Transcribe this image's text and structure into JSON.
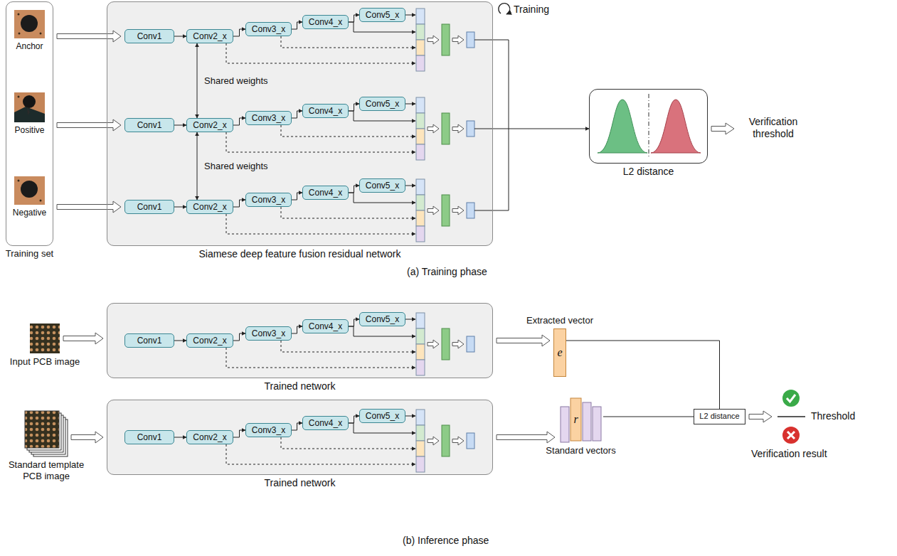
{
  "diagram": {
    "nodes": [
      {
        "text": [
          "Training set"
        ]
      },
      {
        "text": [
          "Anchor"
        ],
        "in": 0
      },
      {
        "text": [
          "Positive"
        ],
        "in": 0
      },
      {
        "text": [
          "Negative"
        ],
        "in": 0
      },
      {
        "text": [
          "Siamese deep feature fusion residual network"
        ]
      },
      {
        "text": [
          "Conv1"
        ],
        "in": 4
      },
      {
        "text": [
          "Conv2_x"
        ],
        "in": 4
      },
      {
        "text": [
          "Conv3_x"
        ],
        "in": 4
      },
      {
        "text": [
          "Conv4_x"
        ],
        "in": 4
      },
      {
        "text": [
          "Conv5_x"
        ],
        "in": 4
      },
      {
        "text": [
          "Conv1"
        ],
        "in": 4
      },
      {
        "text": [
          "Conv2_x"
        ],
        "in": 4
      },
      {
        "text": [
          "Conv3_x"
        ],
        "in": 4
      },
      {
        "text": [
          "Conv4_x"
        ],
        "in": 4
      },
      {
        "text": [
          "Conv5_x"
        ],
        "in": 4
      },
      {
        "text": [
          "Conv1"
        ],
        "in": 4
      },
      {
        "text": [
          "Conv2_x"
        ],
        "in": 4
      },
      {
        "text": [
          "Conv3_x"
        ],
        "in": 4
      },
      {
        "text": [
          "Conv4_x"
        ],
        "in": 4
      },
      {
        "text": [
          "Conv5_x"
        ],
        "in": 4
      },
      {
        "text": [
          "L2 distance"
        ]
      },
      {
        "text": [
          "Input PCB image"
        ]
      },
      {
        "text": [
          "Trained network"
        ]
      },
      {
        "text": [
          "Conv1"
        ],
        "in": 22
      },
      {
        "text": [
          "Conv2_x"
        ],
        "in": 22
      },
      {
        "text": [
          "Conv3_x"
        ],
        "in": 22
      },
      {
        "text": [
          "Conv4_x"
        ],
        "in": 22
      },
      {
        "text": [
          "Conv5_x"
        ],
        "in": 22
      },
      {
        "text": [
          "Extracted vector",
          "e"
        ]
      },
      {
        "text": [
          "L2 distance"
        ]
      },
      {
        "text": [
          "Standard template PCB image"
        ]
      },
      {
        "text": [
          "Trained network"
        ]
      },
      {
        "text": [
          "Conv1"
        ],
        "in": 31
      },
      {
        "text": [
          "Conv2_x"
        ],
        "in": 31
      },
      {
        "text": [
          "Conv3_x"
        ],
        "in": 31
      },
      {
        "text": [
          "Conv4_x"
        ],
        "in": 31
      },
      {
        "text": [
          "Conv5_x"
        ],
        "in": 31
      },
      {
        "text": [
          "r",
          "Standard vectors"
        ]
      }
    ],
    "edges": [
      {
        "from": 0,
        "to": 5,
        "arrow": "to"
      },
      {
        "from": 0,
        "to": 10,
        "arrow": "to"
      },
      {
        "from": 0,
        "to": 15,
        "arrow": "to"
      },
      {
        "from": 5,
        "to": 6,
        "arrow": "to"
      },
      {
        "from": 6,
        "to": 7,
        "arrow": "to"
      },
      {
        "from": 7,
        "to": 8,
        "arrow": "to"
      },
      {
        "from": 8,
        "to": 9,
        "arrow": "to"
      },
      {
        "from": 10,
        "to": 11,
        "arrow": "to"
      },
      {
        "from": 11,
        "to": 12,
        "arrow": "to"
      },
      {
        "from": 12,
        "to": 13,
        "arrow": "to"
      },
      {
        "from": 13,
        "to": 14,
        "arrow": "to"
      },
      {
        "from": 15,
        "to": 16,
        "arrow": "to"
      },
      {
        "from": 16,
        "to": 17,
        "arrow": "to"
      },
      {
        "from": 17,
        "to": 18,
        "arrow": "to"
      },
      {
        "from": 18,
        "to": 19,
        "arrow": "to"
      },
      {
        "from": 6,
        "to": 11,
        "arrow": "both",
        "label": "Shared weights"
      },
      {
        "from": 11,
        "to": 16,
        "arrow": "both",
        "label": "Shared weights"
      },
      {
        "from": 4,
        "to": 20,
        "arrow": "to"
      },
      {
        "from": 21,
        "to": 22,
        "arrow": "to"
      },
      {
        "from": 23,
        "to": 24,
        "arrow": "to"
      },
      {
        "from": 24,
        "to": 25,
        "arrow": "to"
      },
      {
        "from": 25,
        "to": 26,
        "arrow": "to"
      },
      {
        "from": 26,
        "to": 27,
        "arrow": "to"
      },
      {
        "from": 22,
        "to": 28,
        "arrow": "to"
      },
      {
        "from": 28,
        "to": 29,
        "arrow": "none"
      },
      {
        "from": 30,
        "to": 31,
        "arrow": "to"
      },
      {
        "from": 32,
        "to": 33,
        "arrow": "to"
      },
      {
        "from": 33,
        "to": 34,
        "arrow": "to"
      },
      {
        "from": 34,
        "to": 35,
        "arrow": "to"
      },
      {
        "from": 35,
        "to": 36,
        "arrow": "to"
      },
      {
        "from": 31,
        "to": 37,
        "arrow": "to"
      },
      {
        "from": 37,
        "to": 29,
        "arrow": "none"
      }
    ],
    "labels": [
      "Training",
      "Verification threshold",
      "(a) Training phase",
      "Threshold",
      "Verification result",
      "(b) Inference phase"
    ]
  }
}
